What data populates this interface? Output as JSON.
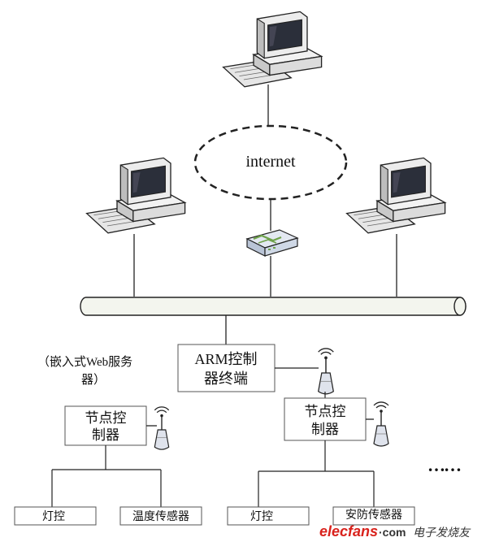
{
  "diagram": {
    "internet_label": "internet",
    "arm_label_line1": "ARM控制",
    "arm_label_line2": "器终端",
    "web_server_note_line1": "（嵌入式Web服务",
    "web_server_note_line2": "器）",
    "node1_line1": "节点控",
    "node1_line2": "制器",
    "node2_line1": "节点控",
    "node2_line2": "制器",
    "leaf1": "灯控",
    "leaf2": "温度传感器",
    "leaf3": "灯控",
    "leaf4": "安防传感器",
    "ellipsis": "……",
    "colors": {
      "stroke": "#1a1a1a",
      "bus_fill": "#f3f5ee",
      "monitor_body": "#e8e8e8",
      "screen": "#2b2f3a",
      "router_body": "#cfd8e6",
      "router_accent": "#6ea24a",
      "watermark_red": "#d9221c",
      "watermark_dark": "#333333"
    }
  },
  "watermark": {
    "brand": "elecfans",
    "suffix": "·com",
    "cn_text": "电子发烧友"
  }
}
